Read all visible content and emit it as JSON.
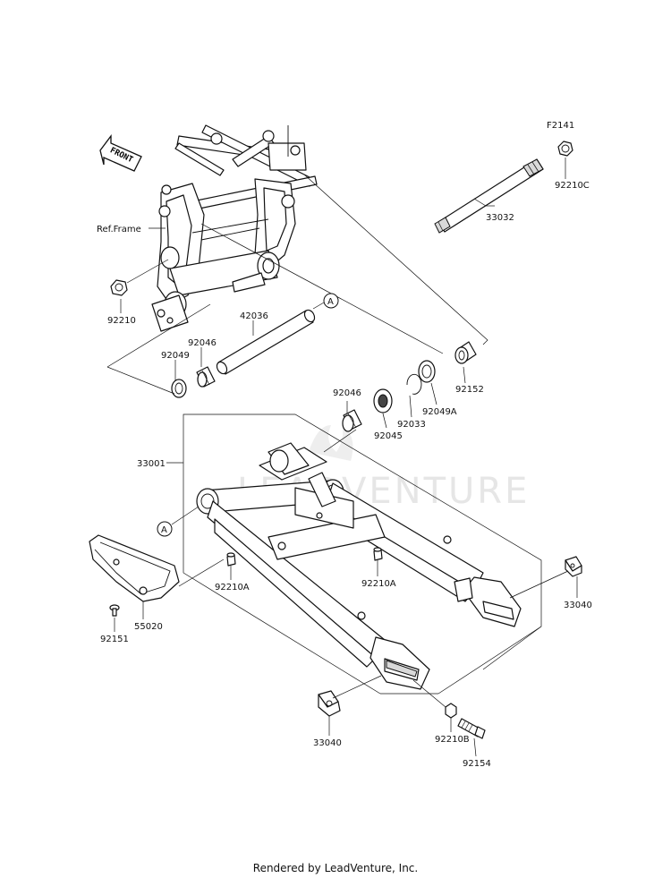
{
  "labels": {
    "f2141": "F2141",
    "p33032": "33032",
    "p92210c": "92210C",
    "ref_frame": "Ref.Frame",
    "p92210": "92210",
    "p42036": "42036",
    "p92046a": "92046",
    "p92049": "92049",
    "p92152": "92152",
    "p92046b": "92046",
    "p92045": "92045",
    "p92033": "92033",
    "p92049a": "92049A",
    "p33001": "33001",
    "p92210a_left": "92210A",
    "p92210a_right": "92210A",
    "p33040_right": "33040",
    "p33040_bottom": "33040",
    "p92151": "92151",
    "p55020": "55020",
    "p92210b": "92210B",
    "p92154": "92154",
    "ref_a_top": "A",
    "ref_a_left": "A"
  },
  "front_arrow": "FRONT",
  "watermark": "LEADVENTURE",
  "footer": "Rendered by LeadVenture, Inc."
}
